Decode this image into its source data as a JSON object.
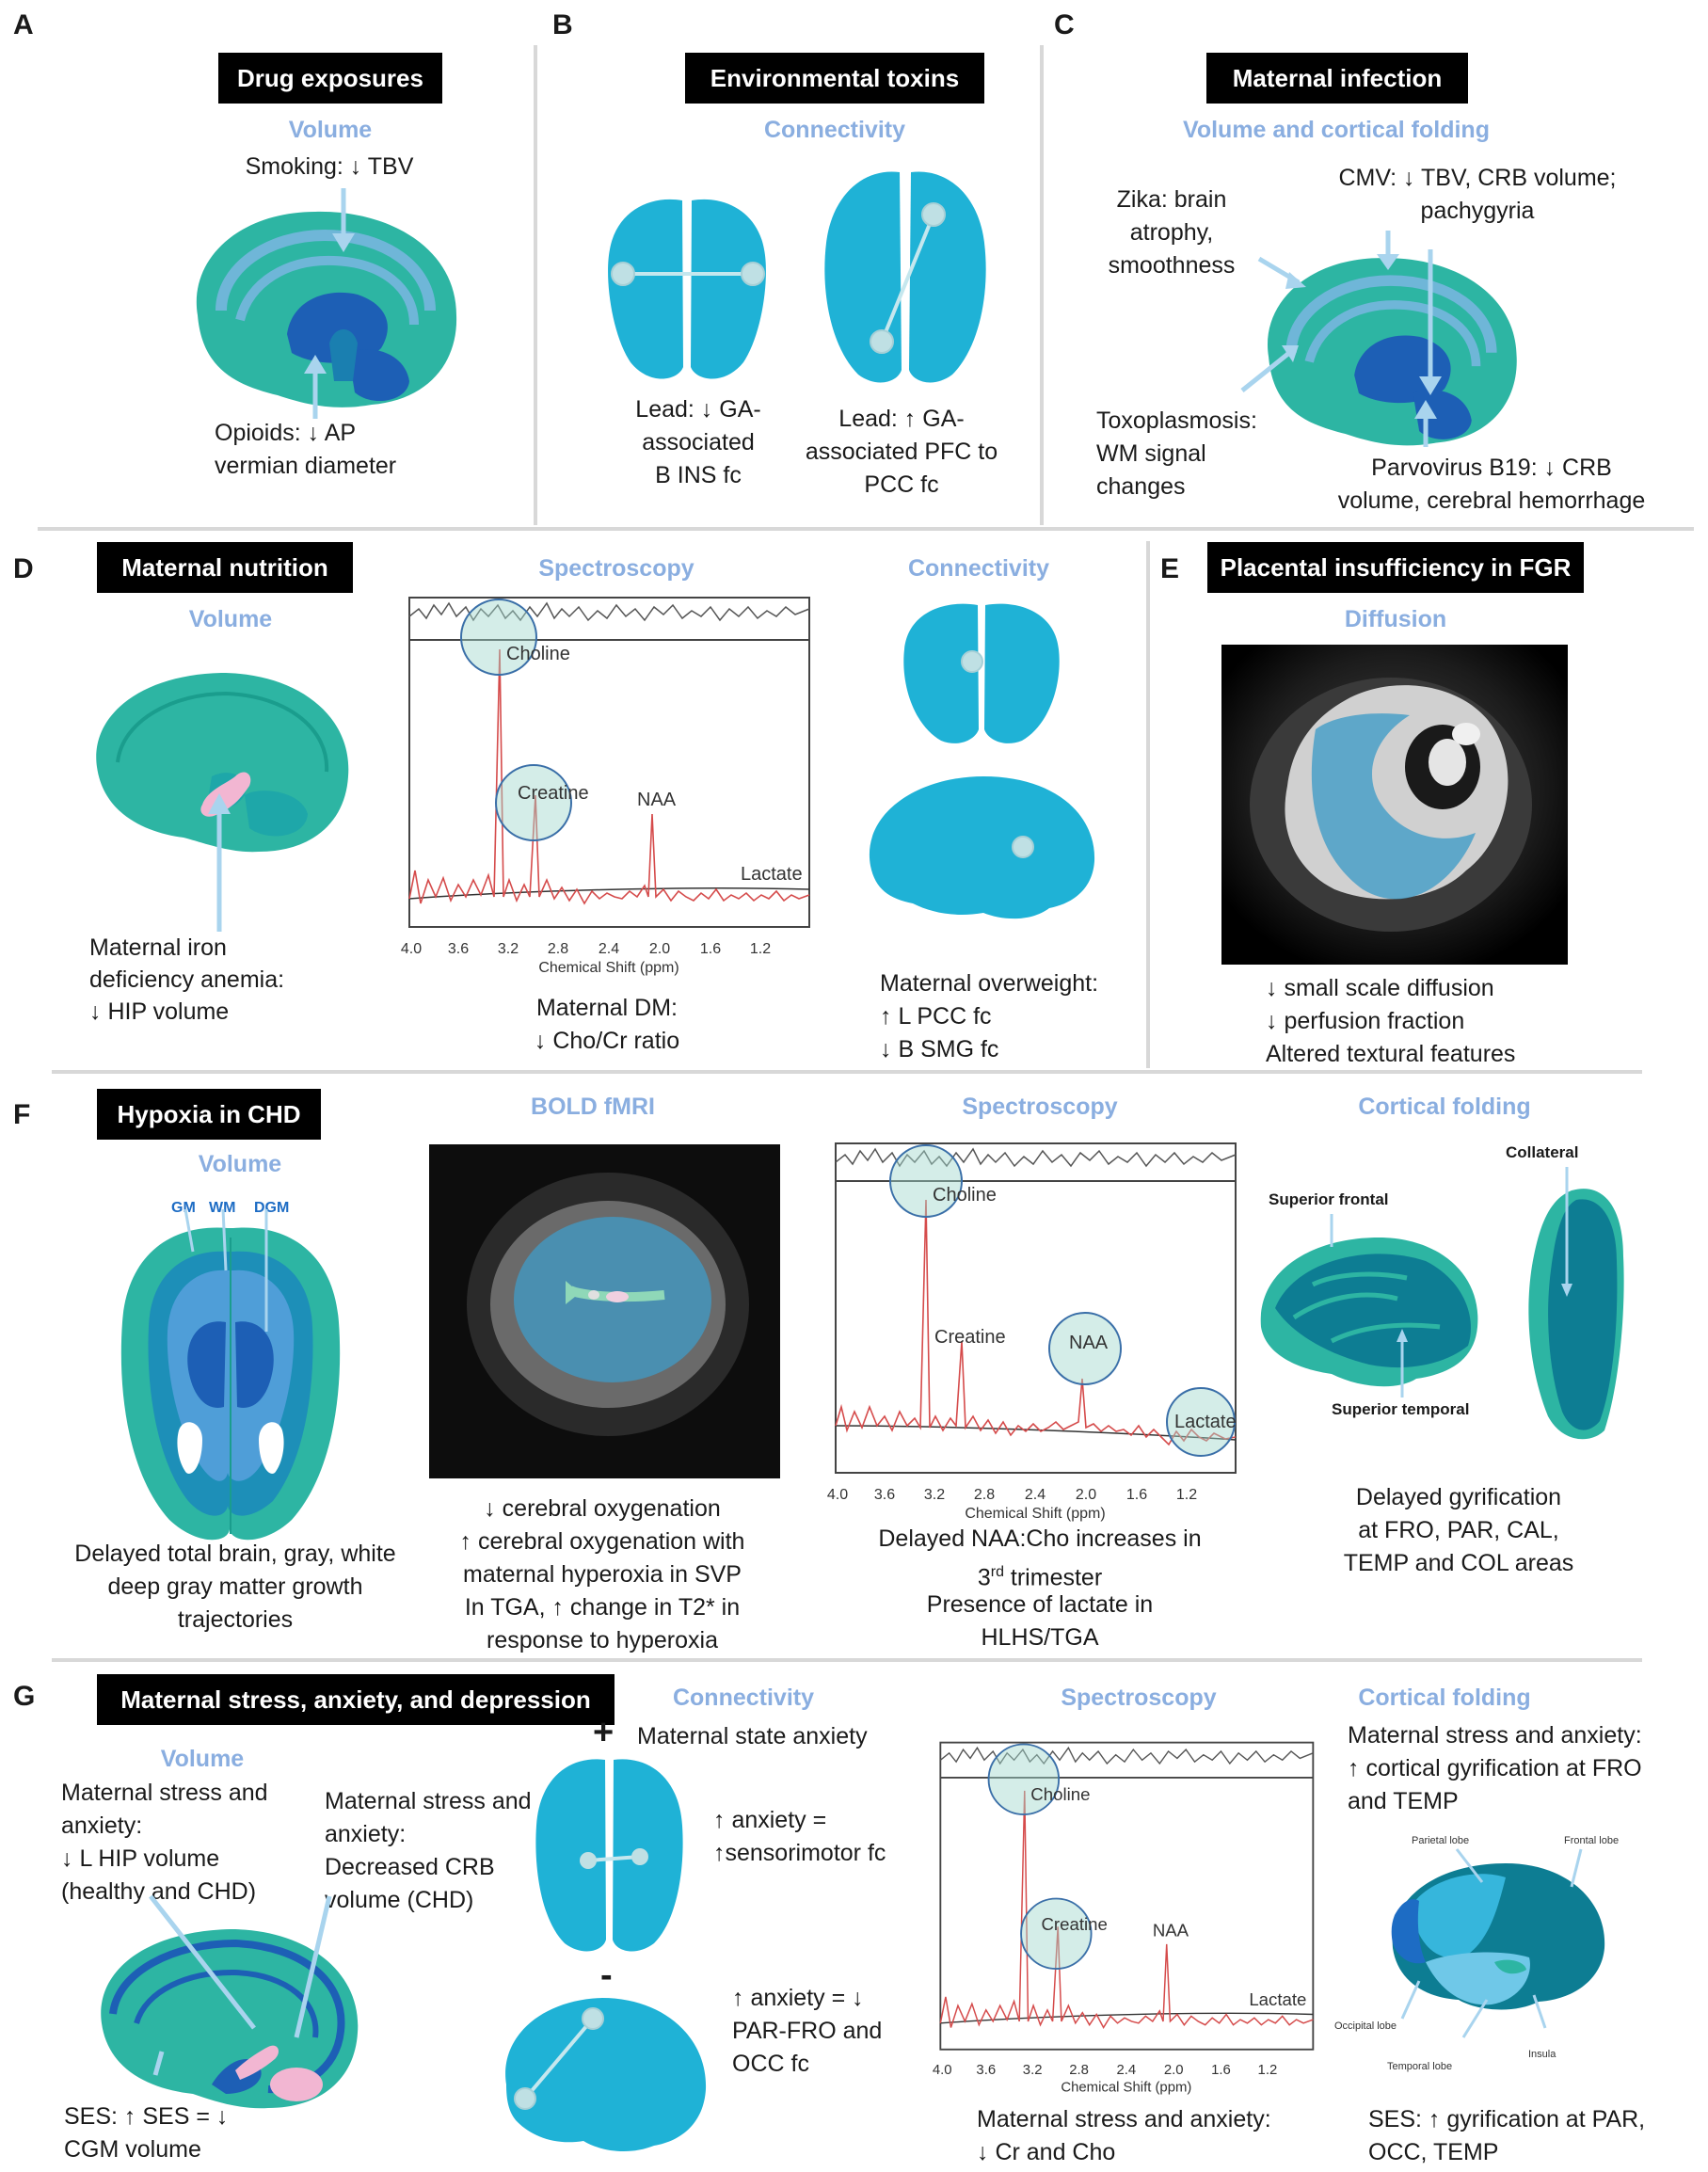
{
  "panels": {
    "A": {
      "label": "A",
      "header": "Drug exposures",
      "sub": "Volume",
      "t1": "Smoking: ↓ TBV",
      "t2a": "Opioids: ↓ AP",
      "t2b": "vermian diameter"
    },
    "B": {
      "label": "B",
      "header": "Environmental toxins",
      "sub": "Connectivity",
      "l1": "Lead: ↓ GA-",
      "l2": "associated",
      "l3": "B INS fc",
      "r1": "Lead: ↑ GA-",
      "r2": "associated PFC to",
      "r3": "PCC fc"
    },
    "C": {
      "label": "C",
      "header": "Maternal infection",
      "sub": "Volume and cortical folding",
      "zika1": "Zika: brain",
      "zika2": "atrophy,",
      "zika3": "smoothness",
      "cmv1": "CMV: ↓ TBV, CRB volume;",
      "cmv2": "pachygyria",
      "toxo1": "Toxoplasmosis:",
      "toxo2": "WM signal",
      "toxo3": "changes",
      "parvo1": "Parvovirus B19: ↓ CRB",
      "parvo2": "volume, cerebral hemorrhage"
    },
    "D": {
      "label": "D",
      "header": "Maternal nutrition",
      "sub_vol": "Volume",
      "sub_spec": "Spectroscopy",
      "sub_conn": "Connectivity",
      "iron1": "Maternal iron",
      "iron2": "deficiency anemia:",
      "iron3": "↓ HIP volume",
      "dm1": "Maternal DM:",
      "dm2": "↓ Cho/Cr ratio",
      "ow1": "Maternal overweight:",
      "ow2": "↑ L PCC fc",
      "ow3": "↓ B SMG fc"
    },
    "E": {
      "label": "E",
      "header": "Placental insufficiency in FGR",
      "sub": "Diffusion",
      "t1": "↓ small scale diffusion",
      "t2": "↓ perfusion fraction",
      "t3": "Altered textural features"
    },
    "F": {
      "label": "F",
      "header": "Hypoxia in CHD",
      "sub_vol": "Volume",
      "sub_bold": "BOLD fMRI",
      "sub_spec": "Spectroscopy",
      "sub_fold": "Cortical folding",
      "gm": "GM",
      "wm": "WM",
      "dgm": "DGM",
      "vol1": "Delayed total brain, gray, white",
      "vol2": "deep gray matter growth",
      "vol3": "trajectories",
      "bold1": "↓ cerebral oxygenation",
      "bold2": "↑ cerebral oxygenation with",
      "bold3": "maternal hyperoxia in SVP",
      "bold4": "In TGA, ↑ change in T2* in",
      "bold5": "response to hyperoxia",
      "spec1": "Delayed NAA:Cho increases in",
      "spec2a": "3",
      "spec2sup": "rd",
      "spec2b": " trimester",
      "spec3": "Presence of lactate in",
      "spec4": "HLHS/TGA",
      "sf": "Superior frontal",
      "st": "Superior temporal",
      "col": "Collateral",
      "fold1": "Delayed gyrification",
      "fold2": "at FRO, PAR, CAL,",
      "fold3": "TEMP and COL areas"
    },
    "G": {
      "label": "G",
      "header": "Maternal stress, anxiety, and depression",
      "sub_vol": "Volume",
      "sub_conn": "Connectivity",
      "sub_spec": "Spectroscopy",
      "sub_fold": "Cortical folding",
      "v1a": "Maternal stress and",
      "v1b": "anxiety:",
      "v1c": "↓ L HIP volume",
      "v1d": "(healthy and CHD)",
      "v2a": "Maternal stress and",
      "v2b": "anxiety:",
      "v2c": "Decreased CRB",
      "v2d": "volume (CHD)",
      "ses1": "SES: ↑ SES = ↓",
      "ses2": "CGM volume",
      "plus": "+",
      "minus": "-",
      "c0": "Maternal state anxiety",
      "c1": "↑ anxiety =",
      "c2": "↑sensorimotor fc",
      "c3": "↑ anxiety = ↓",
      "c4": "PAR-FRO and",
      "c5": "OCC fc",
      "s1": "Maternal stress and anxiety:",
      "s2": "↓ Cr and Cho",
      "f1": "Maternal stress and anxiety:",
      "f2": "↑ cortical gyrification at FRO",
      "f3": "and TEMP",
      "ses3": "SES: ↑ gyrification at PAR,",
      "ses4": "OCC, TEMP",
      "lobe_par": "Parietal lobe",
      "lobe_fro": "Frontal lobe",
      "lobe_occ": "Occipital lobe",
      "lobe_temp": "Temporal lobe",
      "lobe_ins": "Insula"
    }
  },
  "spectrum": {
    "xticks": [
      "4.0",
      "3.6",
      "3.2",
      "2.8",
      "2.4",
      "2.0",
      "1.6",
      "1.2"
    ],
    "xlabel": "Chemical Shift (ppm)",
    "choline": "Choline",
    "creatine": "Creatine",
    "naa": "NAA",
    "lactate": "Lactate"
  },
  "colors": {
    "teal": "#2db5a3",
    "cyan": "#1fb2d6",
    "darkblue": "#1d5fb5",
    "lightblue": "#6fb6d8",
    "pink": "#f2b6d2",
    "dark_teal": "#0d7d93",
    "arrow": "#a9d4ee",
    "sub": "#8aaee0"
  }
}
